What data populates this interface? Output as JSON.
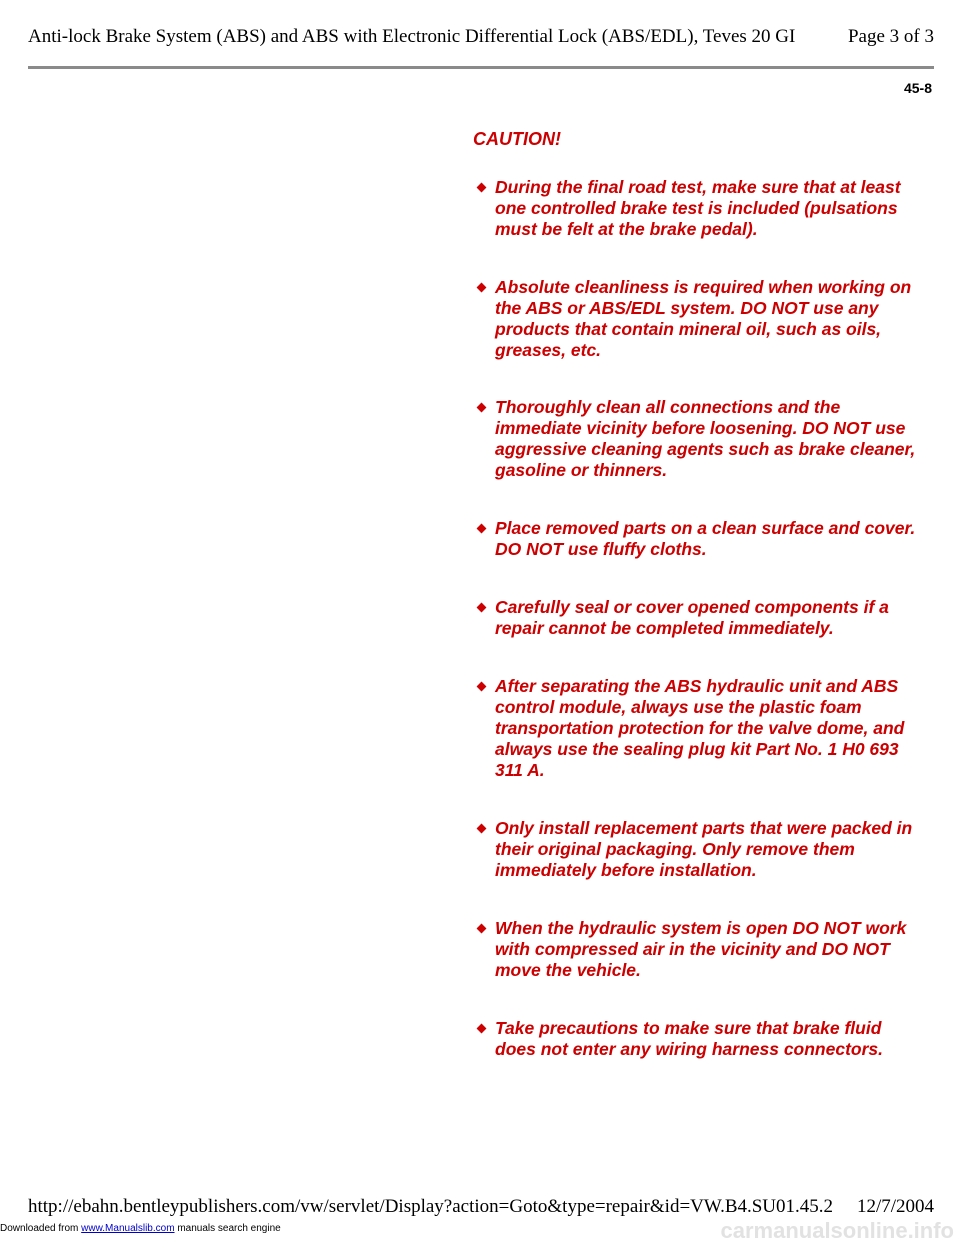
{
  "header": {
    "title": "Anti-lock Brake System (ABS) and ABS with Electronic Differential Lock (ABS/EDL), Teves 20 GI",
    "page": "Page 3 of 3"
  },
  "section_code": "45-8",
  "caution_heading": "CAUTION!",
  "bullets": [
    "During the final road test, make sure that at least one controlled brake test is included (pulsations must be felt at the brake pedal).",
    "Absolute cleanliness is required when working on the ABS or ABS/EDL system. DO NOT use any products that contain mineral oil, such as oils, greases, etc.",
    "Thoroughly clean all connections and the immediate vicinity before loosening. DO NOT use aggressive cleaning agents such as brake cleaner, gasoline or thinners.",
    "Place removed parts on a clean surface and cover. DO NOT use fluffy cloths.",
    "Carefully seal or cover opened components if a repair cannot be completed immediately.",
    "After separating the ABS hydraulic unit and ABS control module, always use the plastic foam transportation protection for the valve dome, and always use the sealing plug kit Part No. 1 H0 693 311 A.",
    "Only install replacement parts that were packed in their original packaging. Only remove them immediately before installation.",
    "When the hydraulic system is open DO NOT work with compressed air in the vicinity and DO NOT move the vehicle.",
    "Take precautions to make sure that brake fluid does not enter any wiring harness connectors."
  ],
  "footer": {
    "url": "http://ebahn.bentleypublishers.com/vw/servlet/Display?action=Goto&type=repair&id=VW.B4.SU01.45.2",
    "date": "12/7/2004",
    "source_prefix": "Downloaded from",
    "source_link": "www.Manualslib.com",
    "source_suffix": "manuals search engine",
    "watermark": "carmanualsonline.info"
  }
}
